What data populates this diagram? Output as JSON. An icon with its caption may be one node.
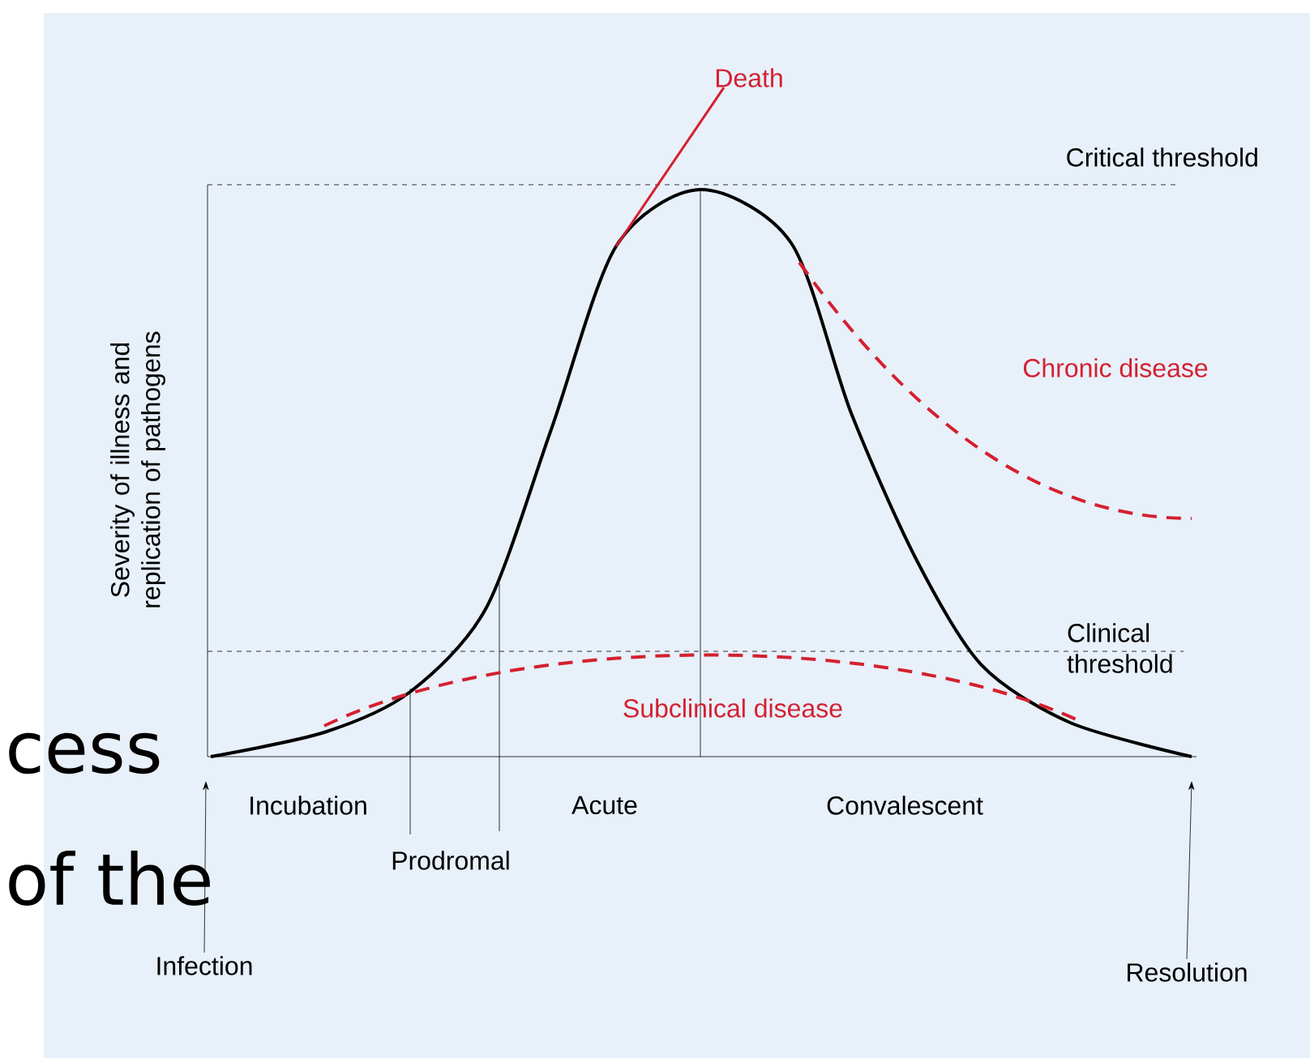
{
  "diagram": {
    "nodes": [
      {
        "text": [
          "Death"
        ]
      },
      {
        "text": [
          "Infection"
        ]
      },
      {
        "text": [
          "Resolution"
        ]
      }
    ],
    "edges": [
      {
        "from": 0,
        "to": null,
        "arrow": "none",
        "color": "#d42030"
      },
      {
        "from": 1,
        "to": null,
        "arrow": "to"
      },
      {
        "from": 2,
        "to": null,
        "arrow": "to"
      }
    ],
    "labels": [
      "Critical threshold",
      "Severity of illness and replication of pathogens",
      "Chronic disease",
      "Clinical threshold",
      "Subclinical disease",
      "cess",
      "Incubation",
      "Acute",
      "Convalescent",
      "of the",
      "Prodromal"
    ]
  }
}
